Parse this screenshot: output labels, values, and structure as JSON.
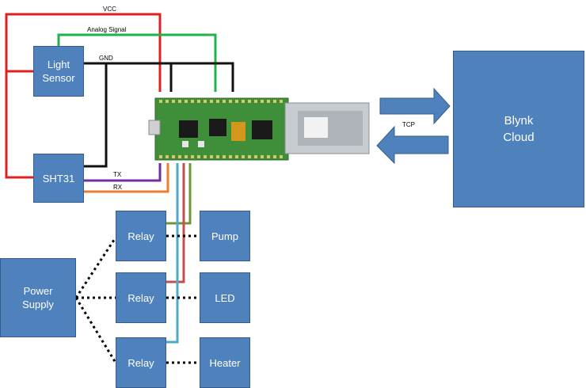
{
  "boxes": {
    "light_sensor": "Light\nSensor",
    "sht31": "SHT31",
    "relay_pump": "Relay",
    "relay_led": "Relay",
    "relay_heater": "Relay",
    "pump": "Pump",
    "led": "LED",
    "heater": "Heater",
    "power_supply": "Power\nSupply",
    "blynk_cloud": "Blynk\nCloud"
  },
  "labels": {
    "vcc": "VCC",
    "analog": "Analog Signal",
    "gnd": "GND",
    "tx": "TX",
    "rx": "RX",
    "tcp": "TCP"
  },
  "colors": {
    "box_fill": "#4f81bd",
    "box_border": "#385d8a",
    "vcc_wire": "#e02020",
    "analog_wire": "#22b04b",
    "gnd_wire": "#111111",
    "tx_wire": "#7030a0",
    "rx_wire": "#ed7d31",
    "relay_pump_wire": "#70953a",
    "relay_led_wire": "#c0504d",
    "relay_heater_wire": "#4bacc6",
    "board_pcb": "#3f8f3a",
    "ethernet_jack": "#c8ccd0",
    "arrow": "#4f81bd"
  }
}
